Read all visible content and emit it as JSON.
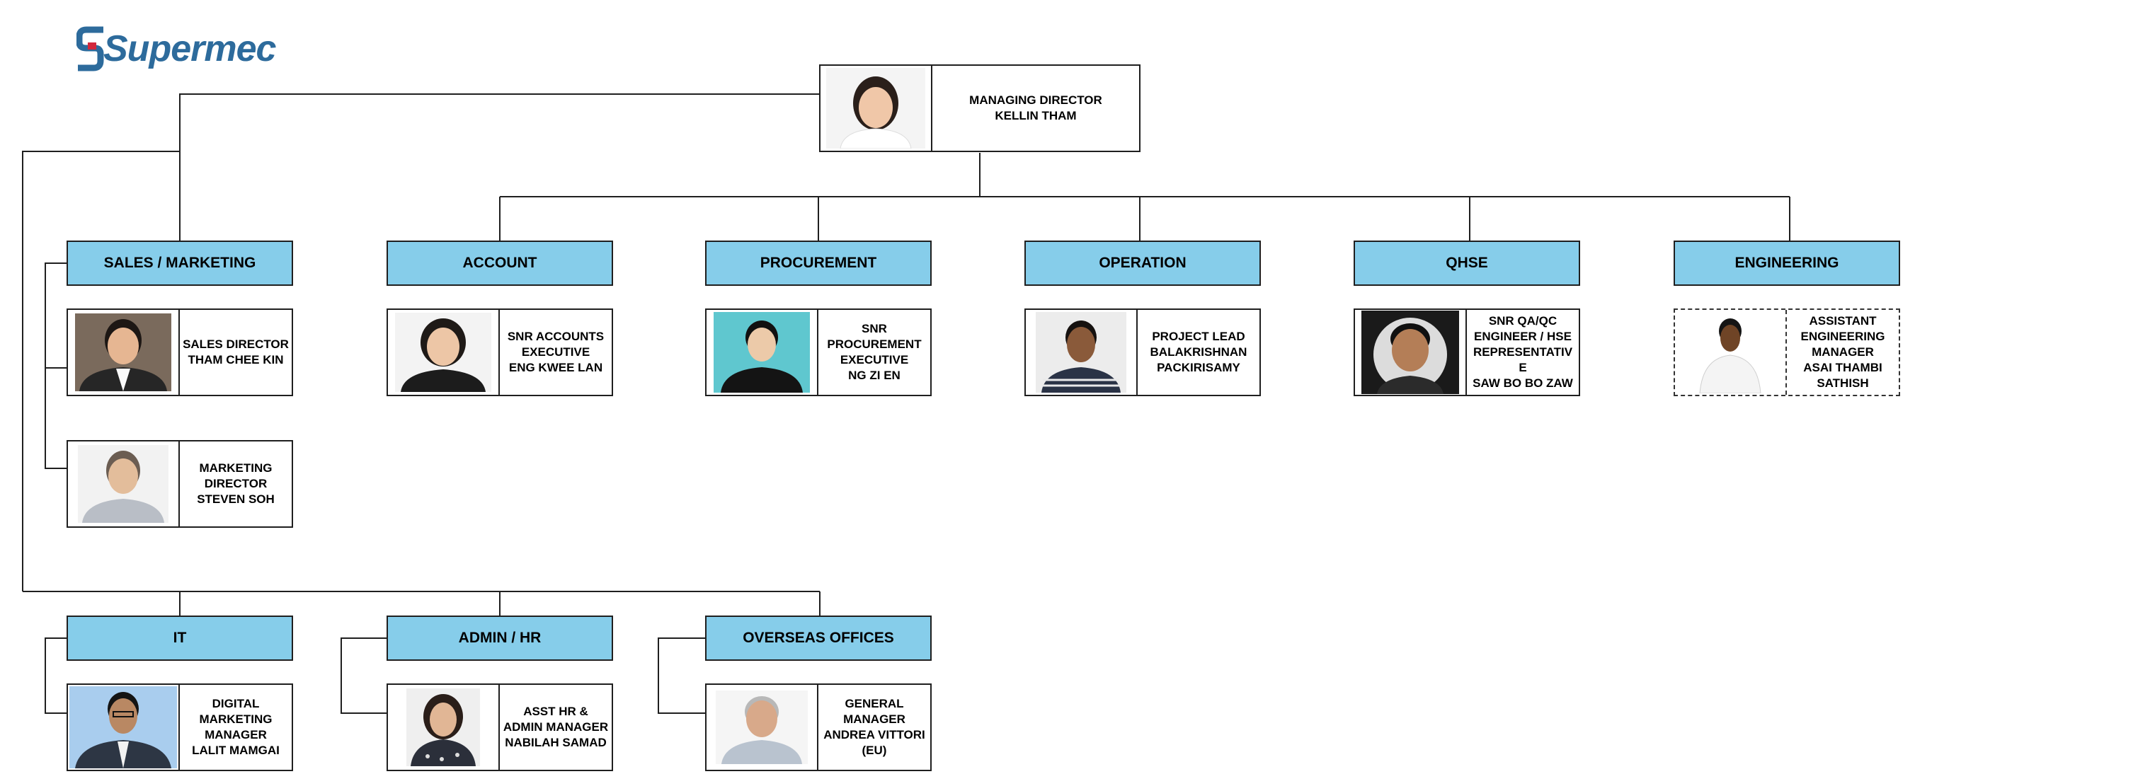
{
  "logo": {
    "text": "Supermec"
  },
  "managing_director": {
    "label": "MANAGING DIRECTOR\nKELLIN THAM"
  },
  "departments": {
    "sales": "SALES / MARKETING",
    "account": "ACCOUNT",
    "procurement": "PROCUREMENT",
    "operation": "OPERATION",
    "qhse": "QHSE",
    "engineering": "ENGINEERING",
    "it": "IT",
    "admin": "ADMIN / HR",
    "overseas": "OVERSEAS OFFICES"
  },
  "people": {
    "sales_director": "SALES DIRECTOR\nTHAM CHEE KIN",
    "marketing_director": "MARKETING\nDIRECTOR\nSTEVEN SOH",
    "accounts_exec": "SNR ACCOUNTS\nEXECUTIVE\nENG KWEE LAN",
    "procurement_exec": "SNR\nPROCUREMENT\nEXECUTIVE\nNG ZI EN",
    "project_lead": "PROJECT LEAD\nBALAKRISHNAN\nPACKIRISAMY",
    "qaqc_engineer": "SNR QA/QC\nENGINEER / HSE\nREPRESENTATIV\nE\nSAW BO BO ZAW",
    "eng_manager": "ASSISTANT\nENGINEERING\nMANAGER\nASAI THAMBI\nSATHISH",
    "digital_manager": "DIGITAL\nMARKETING\nMANAGER\nLALIT MAMGAI",
    "hr_manager": "ASST HR &\nADMIN MANAGER\nNABILAH SAMAD",
    "general_manager": "GENERAL\nMANAGER\nANDREA VITTORI\n(EU)"
  },
  "colors": {
    "department_fill": "#86cdea",
    "logo_blue": "#2d6b9c",
    "logo_red": "#d2283c"
  }
}
